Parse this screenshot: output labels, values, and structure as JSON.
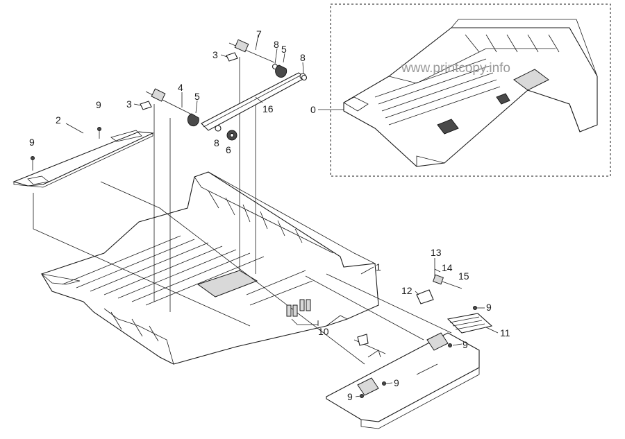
{
  "watermark": "www.printcopy.info",
  "callouts": {
    "c0": "0",
    "c1": "1",
    "c2": "2",
    "c3a": "3",
    "c3b": "3",
    "c4": "4",
    "c5a": "5",
    "c5b": "5",
    "c6": "6",
    "c7": "7",
    "c8a": "8",
    "c8b": "8",
    "c8c": "8",
    "c9a": "9",
    "c9b": "9",
    "c9c": "9",
    "c9d": "9",
    "c9e": "9",
    "c9f": "9",
    "c10": "10",
    "c11": "11",
    "c12": "12",
    "c13": "13",
    "c14": "14",
    "c15": "15",
    "c16": "16"
  }
}
